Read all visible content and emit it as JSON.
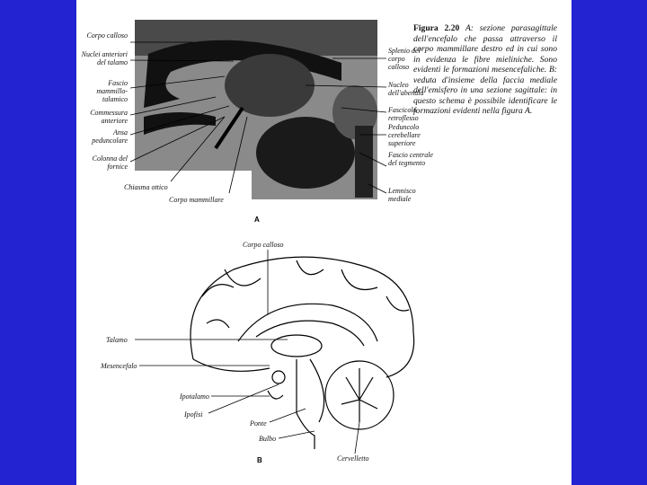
{
  "figure_a": {
    "letter": "A",
    "labels_left": [
      "Corpo calloso",
      "Nuclei anteriori del talamo",
      "Fascio mammillo-talamico",
      "Commessura anteriore",
      "Ansa peduncolare",
      "Colonna del fornice"
    ],
    "labels_bottom": [
      "Chiasma ottico",
      "Corpo mammillare"
    ],
    "labels_right": [
      "Splenio del corpo calloso",
      "Nucleo dell'abenula",
      "Fascicolo retroflesso",
      "Peduncolo cerebellare superiore",
      "Fascio centrale del tegmento",
      "Lemnisco mediale"
    ]
  },
  "caption": {
    "title": "Figura 2.20",
    "text": "A: sezione parasagittale dell'encefalo che passa attraverso il corpo mammillare destro ed in cui sono in evidenza le fibre mieliniche. Sono evidenti le formazioni mesencefaliche. B: veduta d'insieme della faccia mediale dell'emisfero in una sezione sagittale: in questo schema è possibile identificare le formazioni evidenti nella figura A."
  },
  "figure_b": {
    "letter": "B",
    "labels": {
      "corpo_calloso": "Corpo calloso",
      "talamo": "Talamo",
      "mesencefalo": "Mesencefalo",
      "ipotalamo": "Ipotalamo",
      "ipofisi": "Ipofisi",
      "ponte": "Ponte",
      "bulbo": "Bulbo",
      "cervelletto": "Cervelletto"
    }
  }
}
